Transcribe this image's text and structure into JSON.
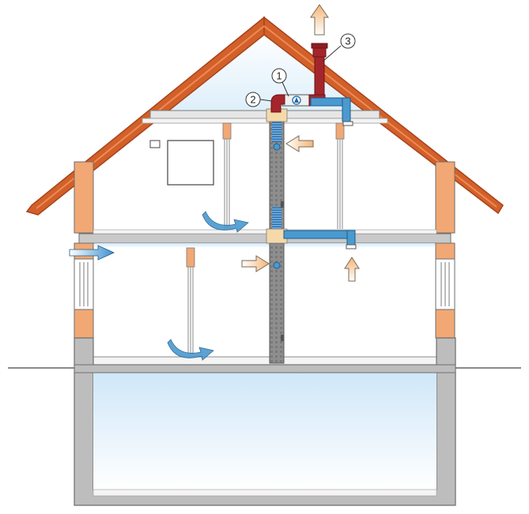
{
  "diagram": {
    "callouts": [
      {
        "id": "1",
        "label": "1"
      },
      {
        "id": "2",
        "label": "2"
      },
      {
        "id": "3",
        "label": "3"
      }
    ],
    "colors": {
      "roof": "#d2602a",
      "roof_edge": "#a8431a",
      "wall_orange": "#f1a874",
      "wall_grey": "#bdbdbd",
      "wall_outline": "#6e6e6e",
      "duct_red": "#a4262c",
      "duct_blue": "#4a9ad0",
      "sky_blue": "#d7ecfa",
      "arrow_beige": "#f5c28a",
      "ground_line": "#444444"
    }
  }
}
